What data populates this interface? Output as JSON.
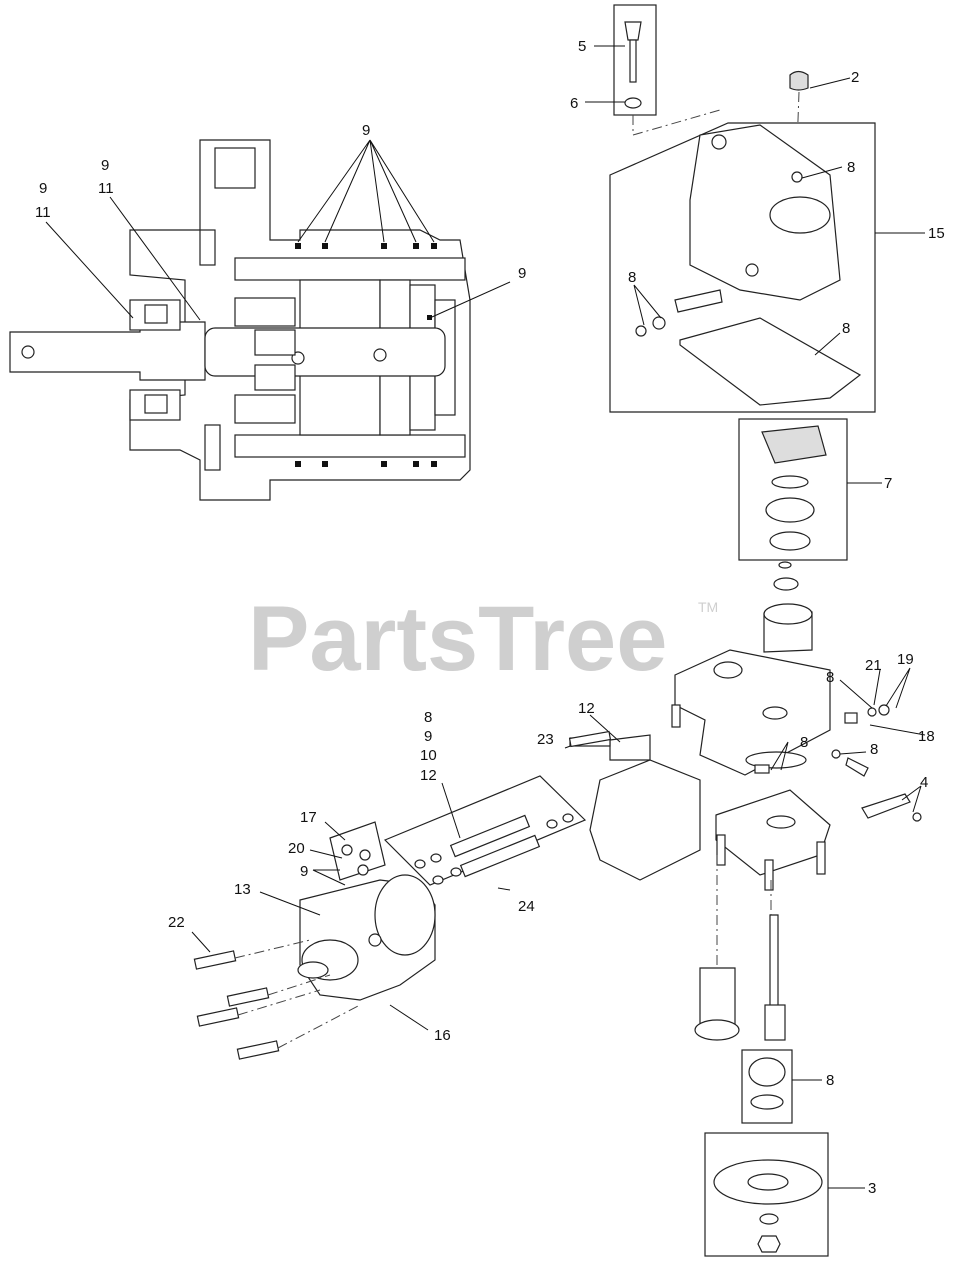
{
  "watermark": {
    "text": "PartsTree",
    "tm": "TM"
  },
  "callouts": {
    "c5": "5",
    "c6": "6",
    "c2": "2",
    "c8a": "8",
    "c15": "15",
    "c8b": "8",
    "c8c": "8",
    "c7": "7",
    "c9a": "9",
    "c9b": "9",
    "c11a": "11",
    "c9c": "9",
    "c11b": "11",
    "c9d": "9",
    "c21": "21",
    "c19": "19",
    "c8d": "8",
    "c18": "18",
    "c8e": "8",
    "c8f": "8",
    "c4": "4",
    "c12a": "12",
    "c23": "23",
    "c8g": "8",
    "c9e": "9",
    "c10": "10",
    "c12b": "12",
    "c17": "17",
    "c20": "20",
    "c9f": "9",
    "c13": "13",
    "c24": "24",
    "c22": "22",
    "c16": "16",
    "c8h": "8",
    "c3": "3"
  }
}
